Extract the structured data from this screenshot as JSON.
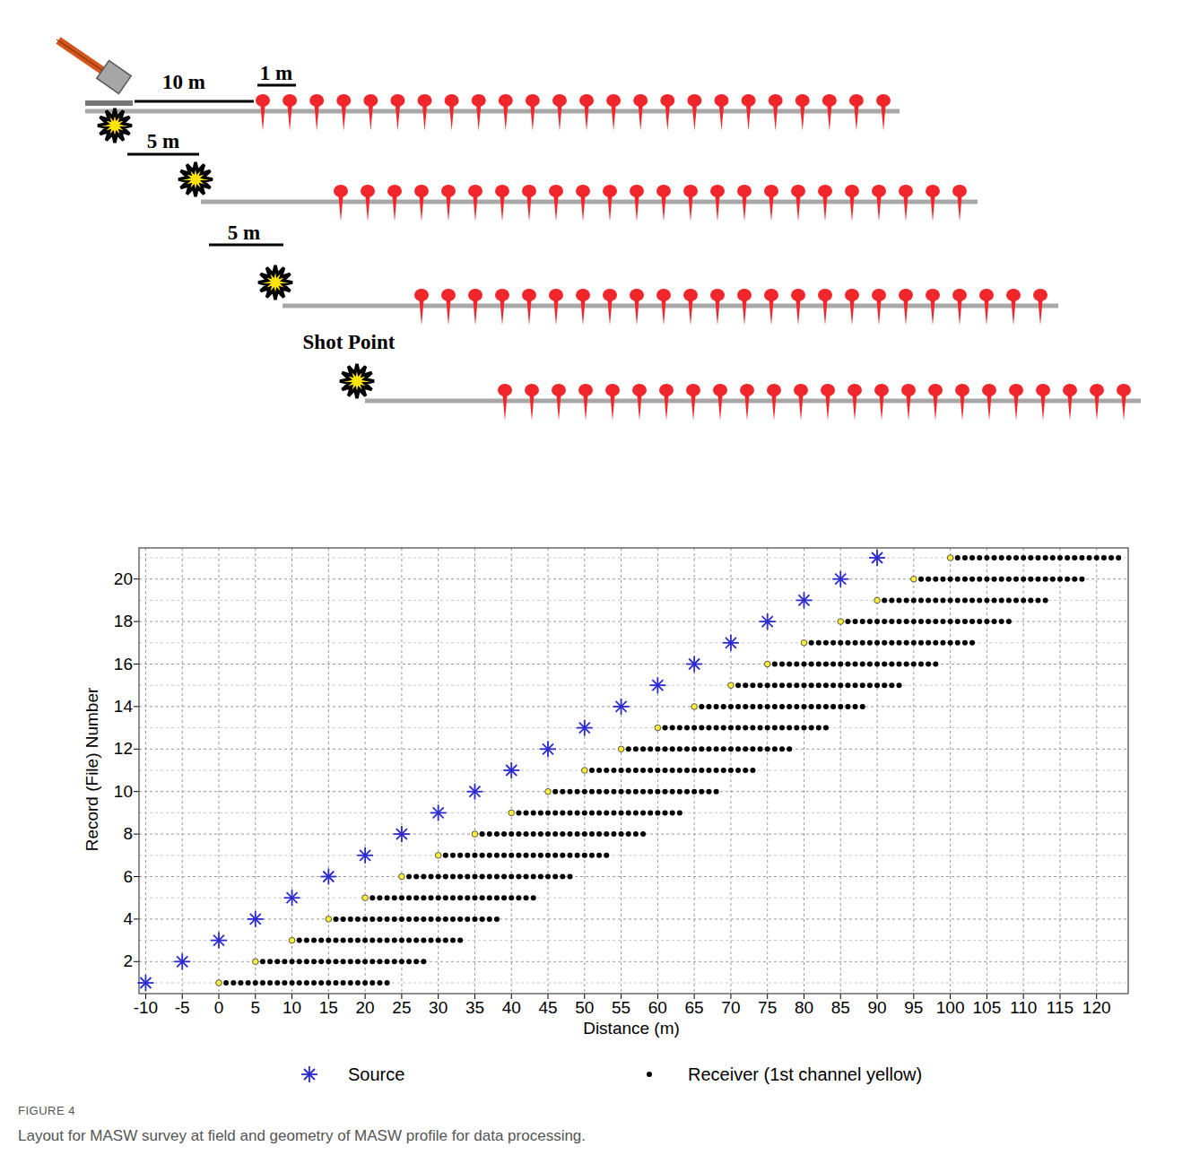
{
  "diagram": {
    "caption": "Layout for MASW survey at field and geometry of MASW profile for data processing.",
    "labels": [
      "10 m",
      "1 m",
      "5 m",
      "5 m",
      "Shot Point",
      "Record (File) Number",
      "20",
      "18",
      "16",
      "14",
      "12",
      "10",
      "8",
      "6",
      "4",
      "2",
      "-10",
      "-5",
      "0",
      "5",
      "10",
      "15",
      "20",
      "25",
      "30",
      "35",
      "40",
      "45",
      "50",
      "55",
      "60",
      "65",
      "70",
      "75",
      "80",
      "85",
      "90",
      "95",
      "100",
      "105",
      "110",
      "115",
      "120",
      "Distance (m)",
      "FIGURE 4"
    ],
    "legend": [
      {
        "text": "Source"
      },
      {
        "text": "Receiver (1st channel yellow)"
      }
    ]
  }
}
